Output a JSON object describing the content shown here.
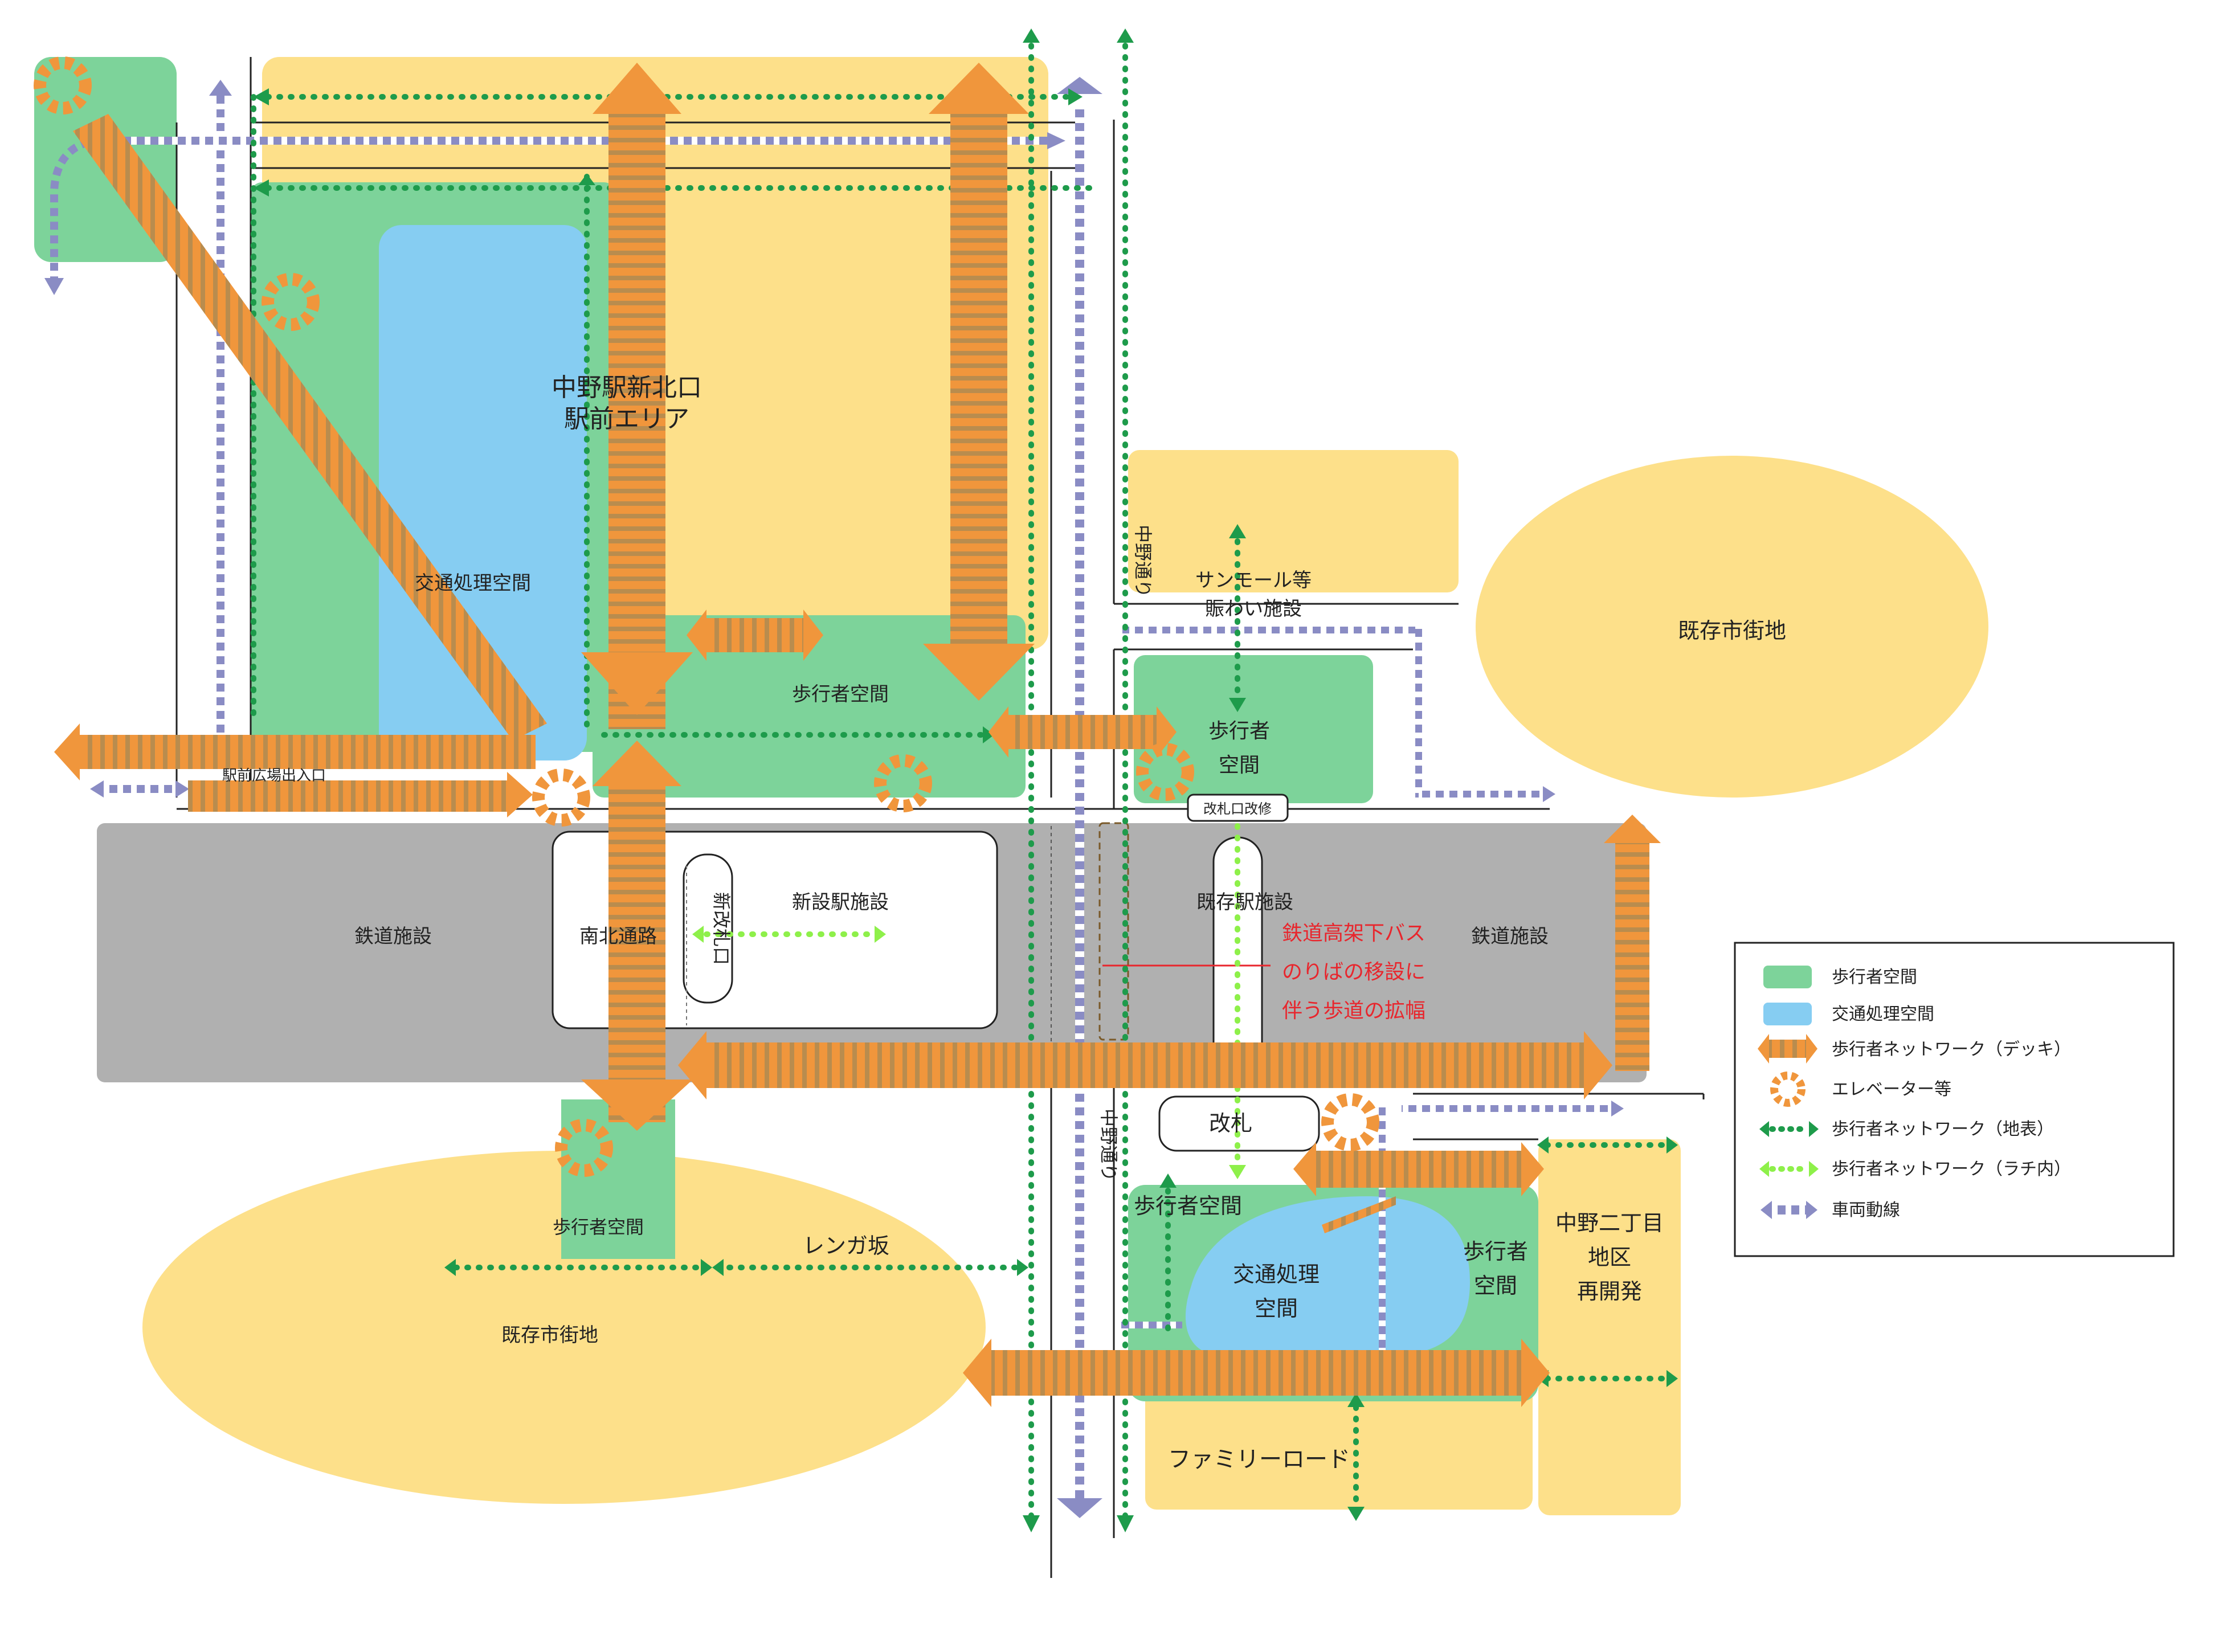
{
  "colors": {
    "pedestrian_space": "#7dd39a",
    "traffic_space": "#86cdf2",
    "urban_area": "#fde08a",
    "railway": "#b0b0b0",
    "deck": "#f0963c",
    "deck_shadow": "#a98a4c",
    "ground_network": "#1e9b4b",
    "gate_network": "#8ef04a",
    "vehicle": "#8a8cc4",
    "note_red": "#e8262d"
  },
  "labels": {
    "north_area_line1": "中野駅新北口",
    "north_area_line2": "駅前エリア",
    "traffic_space_north": "交通処理空間",
    "pedestrian_space_center": "歩行者空間",
    "plaza_entrance": "駅前広場出入口",
    "sunmall_line1": "サンモール等",
    "sunmall_line2": "賑わい施設",
    "existing_town_east": "既存市街地",
    "pedestrian_space_east_line1": "歩行者",
    "pedestrian_space_east_line2": "空間",
    "gate_renovation": "改札口改修",
    "railway_west": "鉄道施設",
    "railway_east": "鉄道施設",
    "ns_passage": "南北通路",
    "new_gate": "新改札口",
    "new_station": "新設駅施設",
    "existing_station": "既存駅施設",
    "note_line1": "鉄道高架下バス",
    "note_line2": "のりばの移設に",
    "note_line3": "伴う歩道の拡幅",
    "nakano_dori_north": "中野通り",
    "nakano_dori_south": "中野通り",
    "gate": "改札",
    "pedestrian_space_south": "歩行者空間",
    "renga_zaka": "レンガ坂",
    "existing_town_south": "既存市街地",
    "pedestrian_space_south_center": "歩行者空間",
    "traffic_space_south_line1": "交通処理",
    "traffic_space_south_line2": "空間",
    "pedestrian_space_se_line1": "歩行者",
    "pedestrian_space_se_line2": "空間",
    "redevelopment_line1": "中野二丁目",
    "redevelopment_line2": "地区",
    "redevelopment_line3": "再開発",
    "family_road": "ファミリーロード"
  },
  "legend": {
    "items": [
      {
        "label": "歩行者空間",
        "icon": "green-swatch"
      },
      {
        "label": "交通処理空間",
        "icon": "blue-swatch"
      },
      {
        "label": "歩行者ネットワーク（デッキ）",
        "icon": "deck-arrow-icon"
      },
      {
        "label": "エレベーター等",
        "icon": "elevator-ring-icon"
      },
      {
        "label": "歩行者ネットワーク（地表）",
        "icon": "ground-dotted-arrow-icon"
      },
      {
        "label": "歩行者ネットワーク（ラチ内）",
        "icon": "gate-dotted-arrow-icon"
      },
      {
        "label": "車両動線",
        "icon": "vehicle-dashed-arrow-icon"
      }
    ]
  }
}
